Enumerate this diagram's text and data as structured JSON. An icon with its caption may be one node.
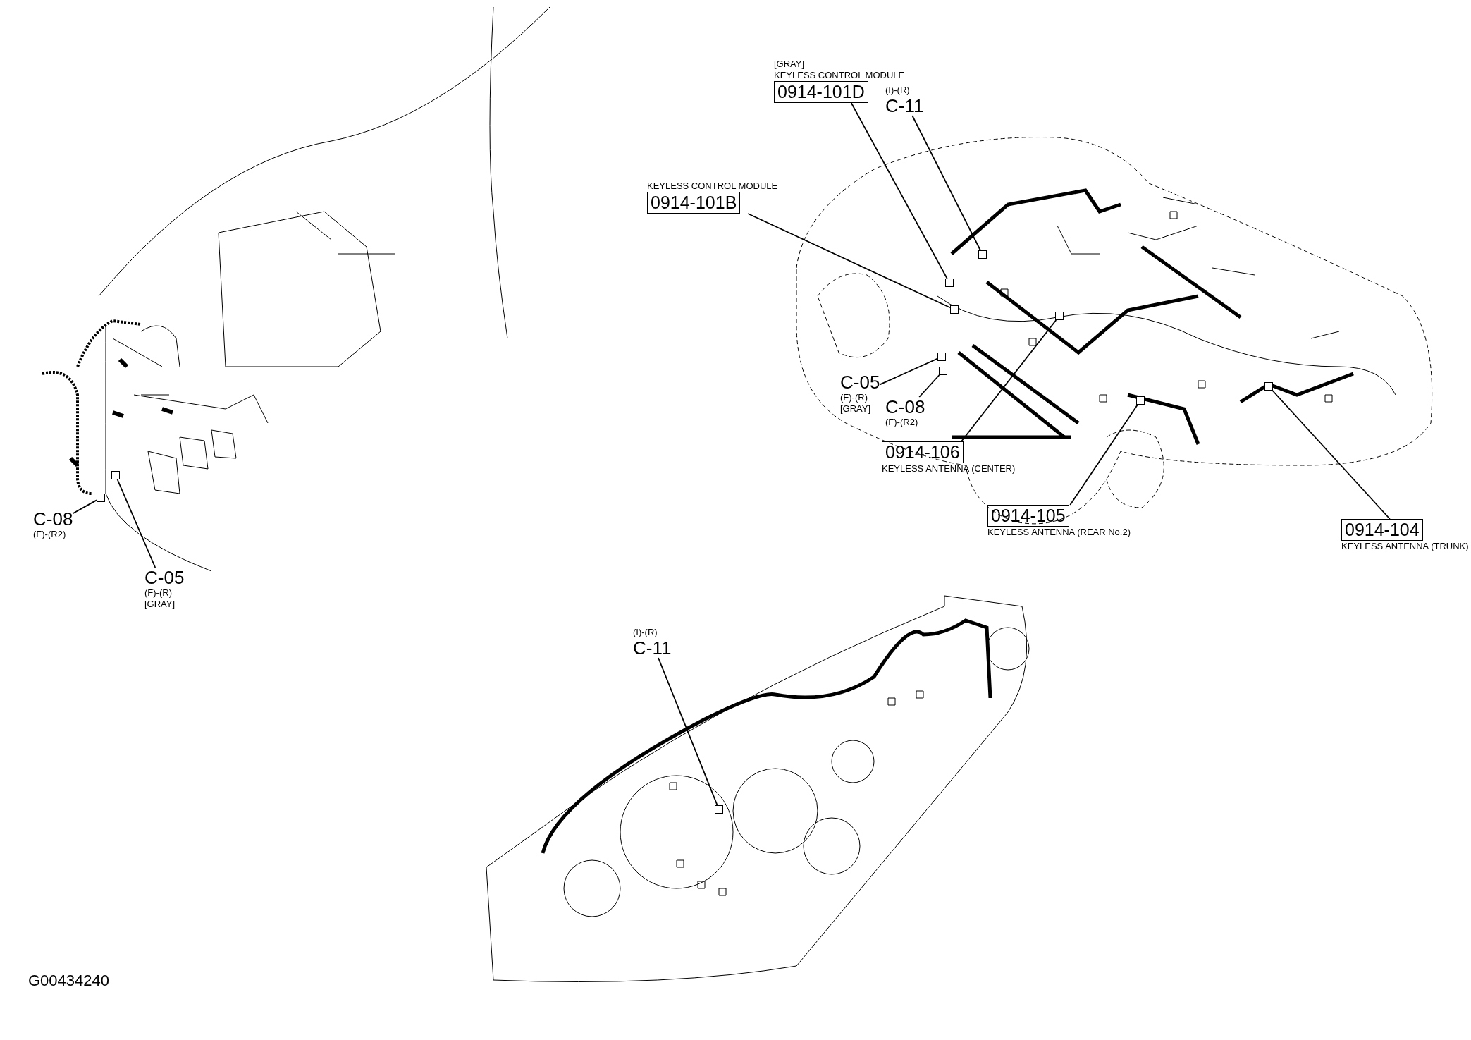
{
  "diagram": {
    "nodes": [
      {
        "text": [
          "C-08",
          "(F)-(R2)"
        ]
      },
      {
        "text": [],
        "shape": "box"
      },
      {
        "text": [
          "C-05",
          "(F)-(R)",
          "[GRAY]"
        ]
      },
      {
        "text": [],
        "shape": "box"
      },
      {
        "text": [
          "[GRAY]",
          "KEYLESS CONTROL MODULE",
          "0914-101D"
        ]
      },
      {
        "text": [],
        "shape": "box"
      },
      {
        "text": [
          "(I)-(R)",
          "C-11"
        ]
      },
      {
        "text": [],
        "shape": "box"
      },
      {
        "text": [
          "KEYLESS CONTROL MODULE",
          "0914-101B"
        ]
      },
      {
        "text": [],
        "shape": "box"
      },
      {
        "text": [
          "C-05",
          "(F)-(R)",
          "[GRAY]"
        ]
      },
      {
        "text": [],
        "shape": "box"
      },
      {
        "text": [
          "C-08",
          "(F)-(R2)"
        ]
      },
      {
        "text": [],
        "shape": "box"
      },
      {
        "text": [
          "0914-106",
          "KEYLESS ANTENNA (CENTER)"
        ]
      },
      {
        "text": [],
        "shape": "box"
      },
      {
        "text": [
          "0914-105",
          "KEYLESS ANTENNA (REAR No.2)"
        ]
      },
      {
        "text": [],
        "shape": "box"
      },
      {
        "text": [
          "0914-104",
          "KEYLESS ANTENNA (TRUNK)"
        ]
      },
      {
        "text": [],
        "shape": "box"
      },
      {
        "text": [
          "(I)-(R)",
          "C-11"
        ]
      },
      {
        "text": [],
        "shape": "box"
      }
    ],
    "edges": [
      {
        "from": 0,
        "to": 1,
        "arrow": "none"
      },
      {
        "from": 2,
        "to": 3,
        "arrow": "none"
      },
      {
        "from": 4,
        "to": 5,
        "arrow": "none"
      },
      {
        "from": 6,
        "to": 7,
        "arrow": "none"
      },
      {
        "from": 8,
        "to": 9,
        "arrow": "none"
      },
      {
        "from": 10,
        "to": 11,
        "arrow": "none"
      },
      {
        "from": 12,
        "to": 13,
        "arrow": "none"
      },
      {
        "from": 14,
        "to": 15,
        "arrow": "none"
      },
      {
        "from": 16,
        "to": 17,
        "arrow": "none"
      },
      {
        "from": 18,
        "to": 19,
        "arrow": "none"
      },
      {
        "from": 20,
        "to": 21,
        "arrow": "none"
      }
    ],
    "labels": [
      "G00434240"
    ]
  }
}
